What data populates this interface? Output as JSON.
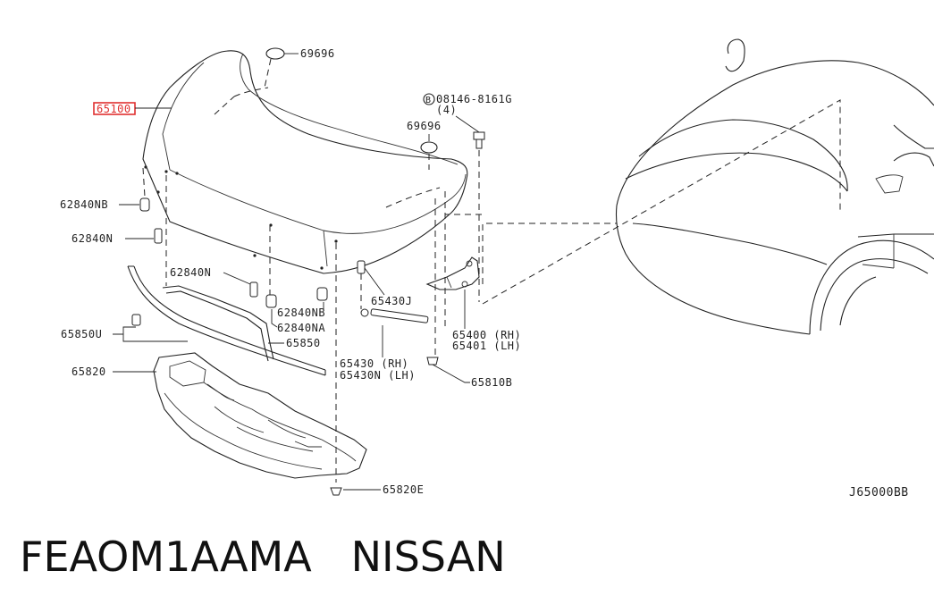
{
  "diagram": {
    "highlighted_part": "65100",
    "highlight_color": "#e03030",
    "labels": {
      "p69696_top": "69696",
      "p08146": "08146-8161G",
      "p08146_circle": "B",
      "p08146_qty": "(4)",
      "p69696_mid": "69696",
      "p65100": "65100",
      "p62840NB_a": "62840NB",
      "p62840N_a": "62840N",
      "p62840N_b": "62840N",
      "p62840NB_b": "62840NB",
      "p62840NA": "62840NA",
      "p65430J": "65430J",
      "p65400": "65400 (RH)",
      "p65401": "65401 (LH)",
      "p65850U": "65850U",
      "p65850": "65850",
      "p65430": "65430 (RH)",
      "p65430N": "65430N (LH)",
      "p65810B": "65810B",
      "p65820": "65820",
      "p65820E": "65820E",
      "diagram_code": "J65000BB"
    }
  },
  "caption": {
    "part_code": "FEAOM1AAMA",
    "brand": "NISSAN"
  }
}
